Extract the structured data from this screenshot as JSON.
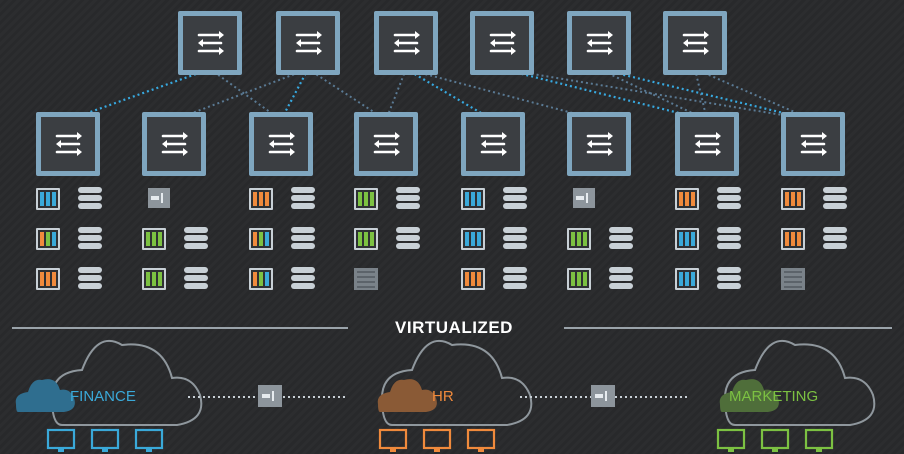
{
  "divider": {
    "label": "VIRTUALIZED"
  },
  "clouds": [
    {
      "label": "FINANCE",
      "color": "#3aa9d9",
      "cloud_color": "#2f6e8f",
      "monitors": 3
    },
    {
      "label": "HR",
      "color": "#f08a3c",
      "cloud_color": "#8a5a36",
      "monitors": 3
    },
    {
      "label": "MARKETING",
      "color": "#7cc142",
      "cloud_color": "#4f6e3a",
      "monitors": 3
    }
  ],
  "spine_switch_count": 6,
  "leaf_switch_count": 8,
  "icons": {
    "switch": "network-switch-icon",
    "server": "server-rack-icon",
    "storage": "database-icon",
    "firewall": "firewall-icon",
    "legacy": "legacy-server-icon",
    "monitor": "monitor-icon"
  },
  "colors": {
    "switch_border": "#7fa6bf",
    "switch_fill": "#3b3e42",
    "link_spine": "#37a9e0",
    "link_dim": "#5a7a94",
    "divider": "#9aa3aa"
  },
  "racks": [
    [
      "server-blue",
      "database",
      "server-multi",
      "database",
      "server-orange",
      "database"
    ],
    [
      "firewall",
      "",
      "server-green",
      "database",
      "server-green",
      "database"
    ],
    [
      "server-orange",
      "database",
      "server-multi",
      "database",
      "server-multi",
      "database"
    ],
    [
      "server-green",
      "database",
      "server-green",
      "database",
      "legacy",
      ""
    ],
    [
      "server-blue",
      "database",
      "server-blue",
      "database",
      "server-orange",
      "database"
    ],
    [
      "firewall",
      "",
      "server-green",
      "database",
      "server-green",
      "database"
    ],
    [
      "server-orange",
      "database",
      "server-blue",
      "database",
      "server-blue",
      "database"
    ],
    [
      "server-orange",
      "database",
      "server-orange",
      "database",
      "legacy",
      ""
    ]
  ]
}
